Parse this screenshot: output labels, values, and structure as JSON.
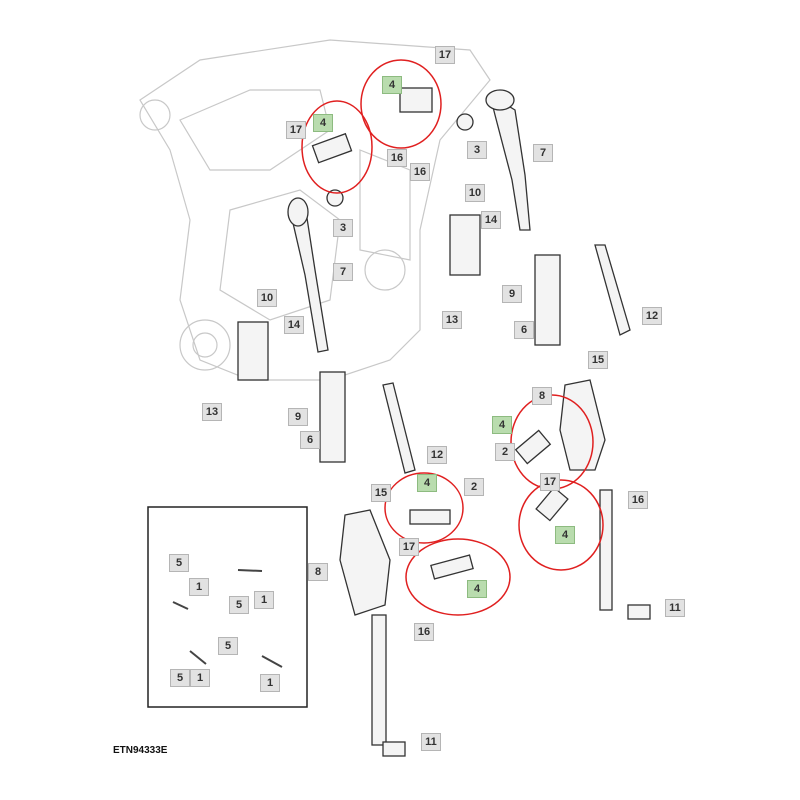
{
  "diagram": {
    "caption": "ETN94333E",
    "highlight_color": "#e02020",
    "callouts": [
      {
        "text": "17",
        "kind": "gray"
      },
      {
        "text": "4",
        "kind": "green"
      },
      {
        "text": "3",
        "kind": "gray"
      },
      {
        "text": "7",
        "kind": "gray"
      },
      {
        "text": "17",
        "kind": "gray"
      },
      {
        "text": "4",
        "kind": "green"
      },
      {
        "text": "16",
        "kind": "gray"
      },
      {
        "text": "16",
        "kind": "gray"
      },
      {
        "text": "3",
        "kind": "gray"
      },
      {
        "text": "10",
        "kind": "gray"
      },
      {
        "text": "14",
        "kind": "gray"
      },
      {
        "text": "7",
        "kind": "gray"
      },
      {
        "text": "9",
        "kind": "gray"
      },
      {
        "text": "12",
        "kind": "gray"
      },
      {
        "text": "13",
        "kind": "gray"
      },
      {
        "text": "10",
        "kind": "gray"
      },
      {
        "text": "14",
        "kind": "gray"
      },
      {
        "text": "6",
        "kind": "gray"
      },
      {
        "text": "15",
        "kind": "gray"
      },
      {
        "text": "13",
        "kind": "gray"
      },
      {
        "text": "9",
        "kind": "gray"
      },
      {
        "text": "8",
        "kind": "gray"
      },
      {
        "text": "4",
        "kind": "green"
      },
      {
        "text": "2",
        "kind": "gray"
      },
      {
        "text": "6",
        "kind": "gray"
      },
      {
        "text": "12",
        "kind": "gray"
      },
      {
        "text": "17",
        "kind": "gray"
      },
      {
        "text": "15",
        "kind": "gray"
      },
      {
        "text": "4",
        "kind": "green"
      },
      {
        "text": "2",
        "kind": "gray"
      },
      {
        "text": "16",
        "kind": "gray"
      },
      {
        "text": "4",
        "kind": "green"
      },
      {
        "text": "17",
        "kind": "gray"
      },
      {
        "text": "8",
        "kind": "gray"
      },
      {
        "text": "4",
        "kind": "green"
      },
      {
        "text": "11",
        "kind": "gray"
      },
      {
        "text": "16",
        "kind": "gray"
      },
      {
        "text": "11",
        "kind": "gray"
      },
      {
        "text": "5",
        "kind": "gray"
      },
      {
        "text": "1",
        "kind": "gray"
      },
      {
        "text": "5",
        "kind": "gray"
      },
      {
        "text": "1",
        "kind": "gray"
      },
      {
        "text": "5",
        "kind": "gray"
      },
      {
        "text": "1",
        "kind": "gray"
      },
      {
        "text": "5",
        "kind": "gray"
      },
      {
        "text": "1",
        "kind": "gray"
      }
    ]
  }
}
